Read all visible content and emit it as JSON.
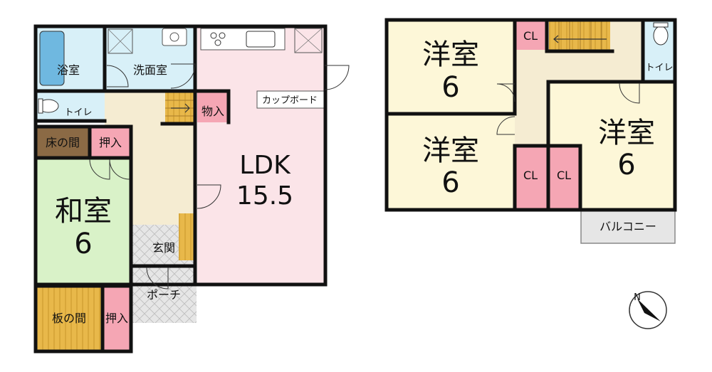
{
  "floor1": {
    "bath": "浴室",
    "washroom": "洗面室",
    "toilet": "トイレ",
    "storage": "物入",
    "cupboard": "カップボード",
    "tokonoma": "床の間",
    "oshiire_top": "押入",
    "washitsu_name": "和室",
    "washitsu_size": "6",
    "ldk_name": "LDK",
    "ldk_size": "15.5",
    "entrance": "玄関",
    "porch": "ポーチ",
    "itanoma": "板の間",
    "oshiire_bottom": "押入"
  },
  "floor2": {
    "room_a_name": "洋室",
    "room_a_size": "6",
    "room_b_name": "洋室",
    "room_b_size": "6",
    "room_c_name": "洋室",
    "room_c_size": "6",
    "cl_top": "CL",
    "cl_mid_left": "CL",
    "cl_mid_right": "CL",
    "toilet": "トイレ",
    "balcony": "バルコニー"
  },
  "compass": {
    "label": "N"
  },
  "colors": {
    "wall": "#111111",
    "wet_area": "#d8f0f8",
    "japanese_room": "#d9f2c8",
    "ldk": "#fbe4e8",
    "hallway": "#f5ecd2",
    "western_room": "#fdf7d8",
    "closet": "#f5a6b4",
    "wood_floor": "#e8b84a",
    "tile": "#e3e3e3",
    "tokonoma": "#8b6a45",
    "balcony": "#e6e6e6"
  }
}
